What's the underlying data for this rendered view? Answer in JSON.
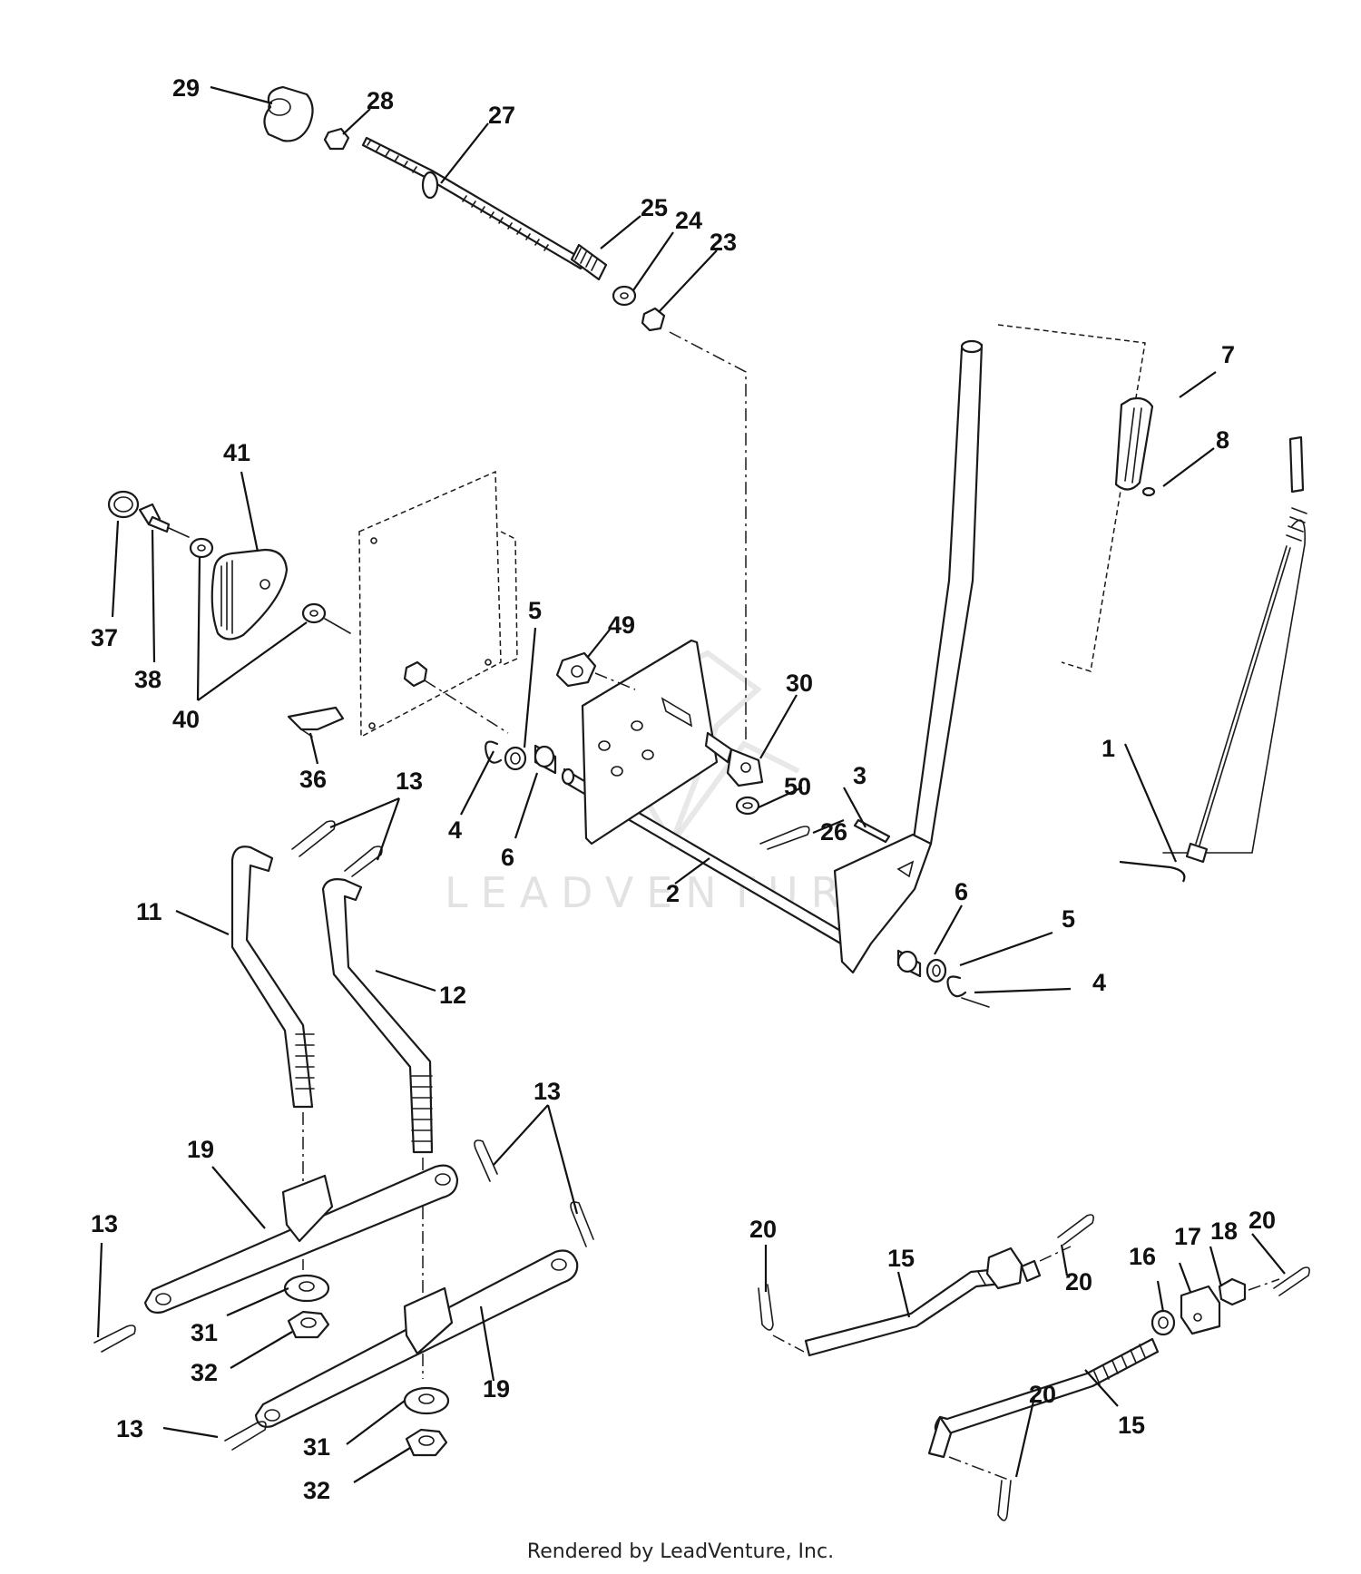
{
  "callouts": [
    "29",
    "28",
    "27",
    "25",
    "24",
    "23",
    "7",
    "8",
    "41",
    "37",
    "38",
    "40",
    "5",
    "49",
    "30",
    "36",
    "13",
    "4",
    "6",
    "50",
    "3",
    "26",
    "1",
    "11",
    "12",
    "2",
    "6",
    "5",
    "4",
    "13",
    "19",
    "13",
    "31",
    "32",
    "19",
    "13",
    "31",
    "32",
    "20",
    "15",
    "20",
    "16",
    "17",
    "18",
    "20",
    "20",
    "15"
  ],
  "watermark": "LEADVENTURE",
  "footer": "Rendered by LeadVenture, Inc."
}
